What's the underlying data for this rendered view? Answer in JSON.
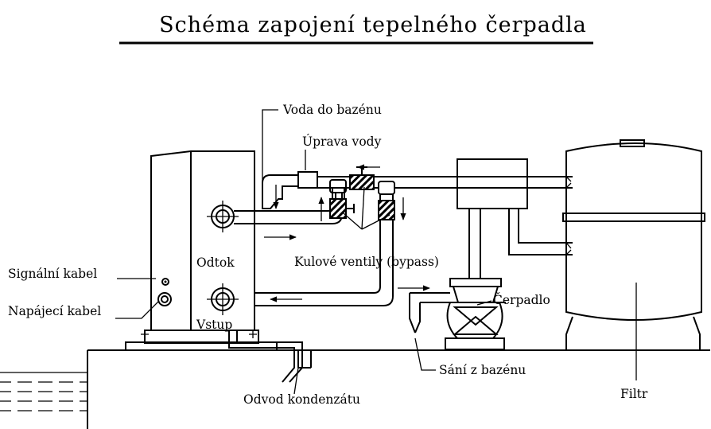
{
  "title": "Schéma zapojení tepelného čerpadla",
  "labels": {
    "voda_do_bazenu": "Voda do bazénu",
    "uprava_vody": "Úprava vody",
    "odtok": "Odtok",
    "vstup": "Vstup",
    "kulove_ventily": "Kulové ventily (bypass)",
    "signalni_kabel": "Signální kabel",
    "napajeci_kabel": "Napájecí kabel",
    "cerpadlo": "Čerpadlo",
    "sani_z_bazenu": "Sání z bazénu",
    "odvod_kondenzatu": "Odvod kondenzátu",
    "filtr": "Filtr"
  }
}
